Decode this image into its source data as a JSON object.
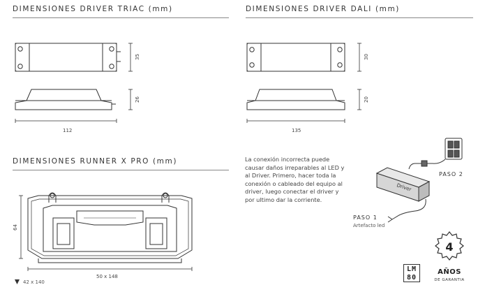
{
  "triac": {
    "title": "DIMENSIONES DRIVER TRIAC (mm)",
    "height_top": "35",
    "height_side": "26",
    "length": "112"
  },
  "dali": {
    "title": "DIMENSIONES DRIVER DALI (mm)",
    "height_top": "30",
    "height_side": "20",
    "length": "135"
  },
  "runner": {
    "title": "DIMENSIONES RUNNER X PRO (mm)",
    "height": "64",
    "size_label": "50 x 148",
    "footnote": "42 x 140"
  },
  "warning": {
    "text": "La conexión incorrecta puede causar daños irreparables al LED y al Driver. Primero, hacer toda la conexión o cableado del equipo al driver, luego conectar el driver y por ultimo dar la corriente."
  },
  "steps": {
    "paso1": "PASO 1",
    "paso1_caption": "Artefacto led",
    "paso2": "PASO 2",
    "driver_label": "Driver"
  },
  "badges": {
    "lm_line1": "LM",
    "lm_line2": "80",
    "warranty_years": "4",
    "warranty_word": "AÑOS",
    "warranty_caption": "DE GARANTIA"
  }
}
